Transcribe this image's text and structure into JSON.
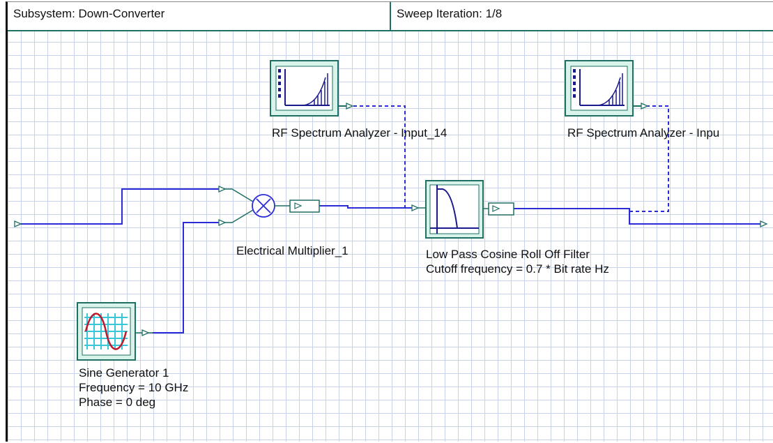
{
  "header": {
    "subsystem": "Subsystem: Down-Converter",
    "sweep": "Sweep Iteration: 1/8"
  },
  "components": {
    "analyzer_1": {
      "label": "RF Spectrum Analyzer - Input_14"
    },
    "analyzer_2": {
      "label": "RF Spectrum Analyzer - Inpu"
    },
    "multiplier": {
      "label": "Electrical Multiplier_1"
    },
    "filter": {
      "label": "Low Pass Cosine Roll Off Filter",
      "param": "Cutoff frequency = 0.7 * Bit rate  Hz"
    },
    "sine_generator": {
      "label": "Sine Generator  1",
      "frequency": "Frequency = 10  GHz",
      "phase": "Phase = 0  deg"
    }
  },
  "colors": {
    "wire": "#2b2bd8",
    "block_border": "#1f6f63",
    "block_fill": "#d8f3ea",
    "grid": "#c8d2e8",
    "port": "#1f6f63"
  }
}
